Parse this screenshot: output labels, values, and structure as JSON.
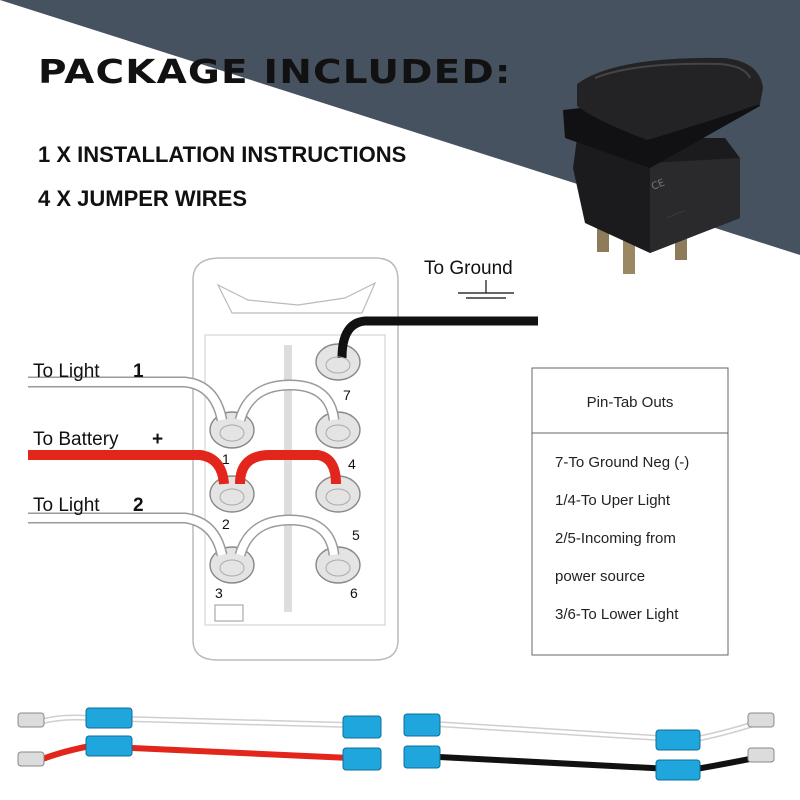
{
  "header": {
    "title": "PACKAGE INCLUDED:",
    "items": [
      "1 X INSTALLATION INSTRUCTIONS",
      "4  X JUMPER WIRES"
    ]
  },
  "labels": {
    "ground": "To  Ground",
    "light1": "To  Light",
    "light1_num": "1",
    "battery": "To  Battery",
    "battery_sign": "+",
    "light2": "To  Light",
    "light2_num": "2"
  },
  "pins": [
    "1",
    "2",
    "3",
    "4",
    "5",
    "6",
    "7"
  ],
  "pinout": {
    "title": "Pin-Tab Outs",
    "lines": [
      "7-To Ground Neg (-)",
      "1/4-To Uper Light",
      "2/5-Incoming from",
      "power source",
      "3/6-To Lower Light"
    ]
  },
  "colors": {
    "slate": "#475261",
    "ground_wire": "#111111",
    "battery_wire": "#e2261c",
    "terminal_blue": "#1fa6dc"
  }
}
